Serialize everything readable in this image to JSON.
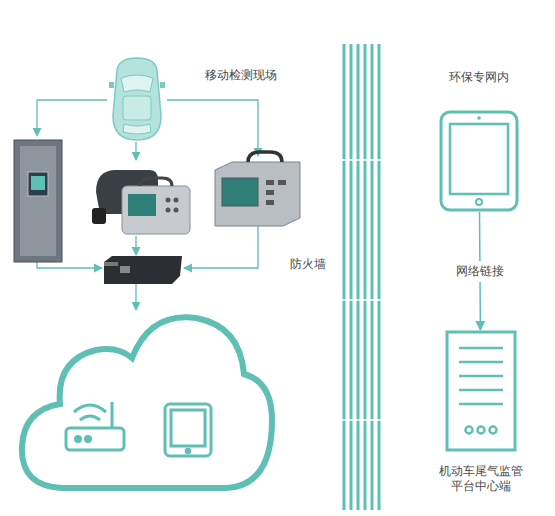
{
  "diagram": {
    "nodes": [
      {
        "text": [
          "移动检测现场"
        ]
      },
      {
        "text": [
          "环保专网内"
        ]
      },
      {
        "text": [
          "机动车尾气监管 平台中心端"
        ]
      }
    ],
    "edges": [
      {
        "from": 1,
        "to": 2,
        "label": "网络链接",
        "arrow": "to"
      }
    ],
    "labels": [
      "防火墙"
    ]
  }
}
